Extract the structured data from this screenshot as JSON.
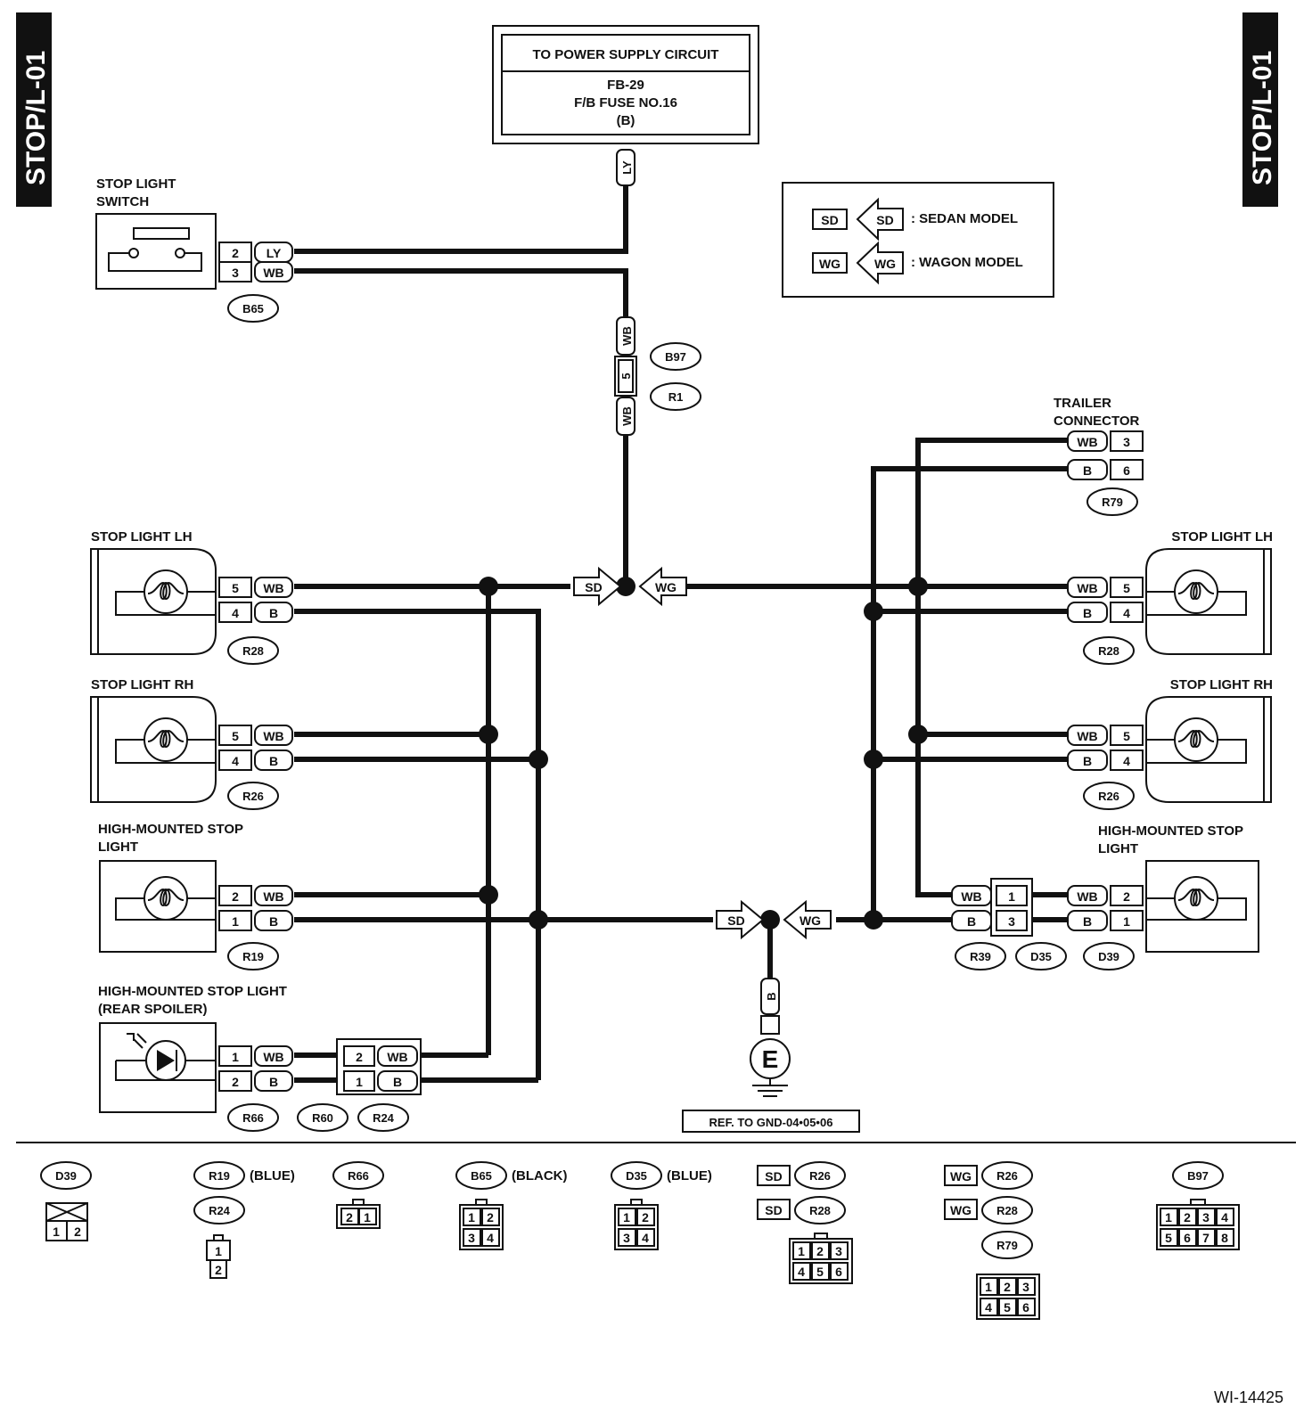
{
  "side_tab": "STOP/L-01",
  "power": {
    "title": "TO POWER SUPPLY CIRCUIT",
    "line1": "FB-29",
    "line2": "F/B FUSE NO.16",
    "line3": "(B)"
  },
  "legend": {
    "sd_code": "SD",
    "sd_text": ": SEDAN MODEL",
    "wg_code": "WG",
    "wg_text": ": WAGON MODEL"
  },
  "wires": {
    "ly": "LY",
    "wb": "WB",
    "b": "B"
  },
  "components": {
    "stop_light_switch": [
      "STOP LIGHT",
      "SWITCH"
    ],
    "stop_light_lh": "STOP LIGHT LH",
    "stop_light_rh": "STOP LIGHT RH",
    "high_mounted": [
      "HIGH-MOUNTED STOP",
      "LIGHT"
    ],
    "high_mounted_spoiler": [
      "HIGH-MOUNTED STOP LIGHT",
      "(REAR SPOILER)"
    ],
    "trailer": [
      "TRAILER",
      "CONNECTOR"
    ]
  },
  "pins": {
    "p1": "1",
    "p2": "2",
    "p3": "3",
    "p4": "4",
    "p5": "5",
    "p6": "6",
    "p7": "7",
    "p8": "8"
  },
  "connectors": {
    "b65": "B65",
    "b97": "B97",
    "r1": "R1",
    "r79": "R79",
    "r28": "R28",
    "r26": "R26",
    "r19": "R19",
    "r66": "R66",
    "r60": "R60",
    "r24": "R24",
    "r39": "R39",
    "d35": "D35",
    "d39": "D39"
  },
  "ground": {
    "symbol": "E",
    "ref": "REF. TO GND-04•05•06"
  },
  "footer": {
    "blue": "(BLUE)",
    "black": "(BLACK)",
    "figure_id": "WI-14425"
  }
}
